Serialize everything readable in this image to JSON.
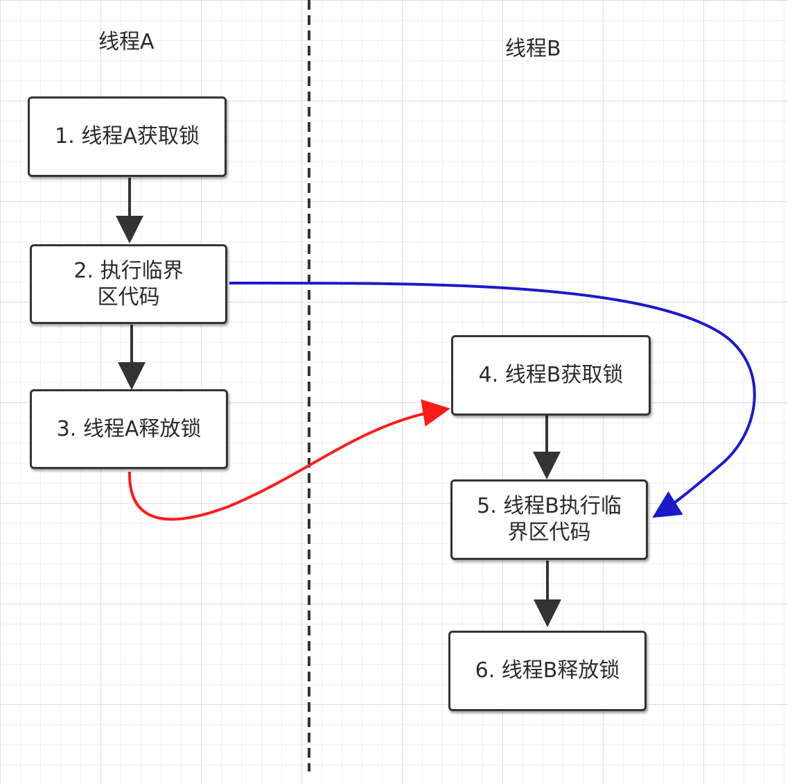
{
  "lanes": {
    "a": {
      "title": "线程A"
    },
    "b": {
      "title": "线程B"
    }
  },
  "nodes": {
    "a1": {
      "label": "1. 线程A获取锁"
    },
    "a2": {
      "label": "2. 执行临界区代码"
    },
    "a3": {
      "label": "3. 线程A释放锁"
    },
    "b4": {
      "label": "4. 线程B获取锁"
    },
    "b5": {
      "label": "5. 线程B执行临界区代码"
    },
    "b6": {
      "label": "6. 线程B释放锁"
    }
  },
  "colors": {
    "flow_arrow": "#333333",
    "release_to_acquire": "#ff1a1a",
    "critical_section_link": "#1a1acc",
    "divider": "#333333",
    "grid": "#dcdcdc"
  }
}
